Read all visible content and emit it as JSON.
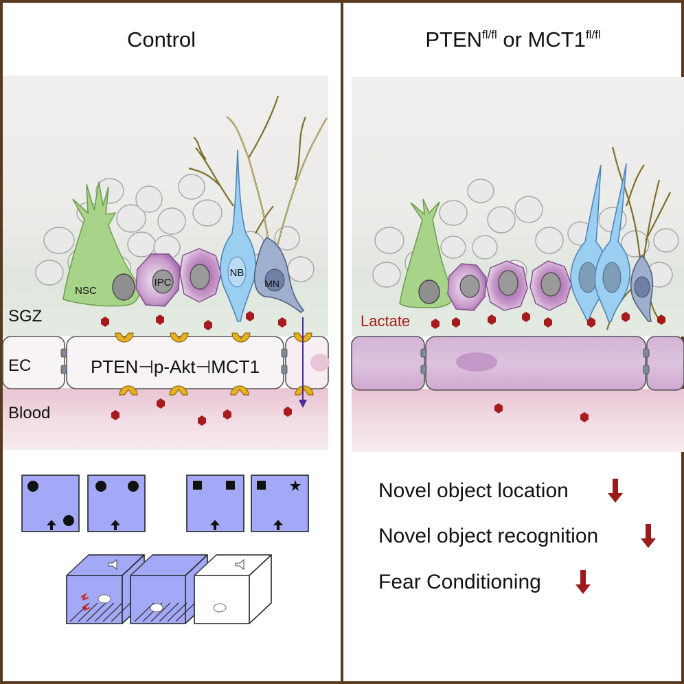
{
  "left_panel": {
    "title": "Control",
    "layers": {
      "sgz": "SGZ",
      "ec": "EC",
      "blood": "Blood"
    },
    "cells": {
      "nsc": "NSC",
      "ipc": "IPC",
      "nb": "NB",
      "mn": "MN"
    },
    "pathway": "PTEN⊣p-Akt⊣MCT1",
    "behavior_icons": [
      "object-location-arena-training",
      "object-location-arena-test",
      "object-recognition-arena-training",
      "object-recognition-arena-test",
      "fear-conditioning-shock-chamber",
      "fear-conditioning-context-chamber",
      "fear-conditioning-cue-chamber"
    ]
  },
  "right_panel": {
    "title_main": "PTEN",
    "title_sup1": "fl/fl",
    "title_mid": " or MCT1",
    "title_sup2": "fl/fl",
    "lactate_label": "Lactate",
    "outcomes": [
      "Novel object location",
      "Novel object recognition",
      "Fear Conditioning"
    ],
    "outcome_indicator": "down-arrow-icon"
  },
  "colors": {
    "frame": "#5a3a1e",
    "lactate": "#a61c1c",
    "transporter": "#e8b020",
    "arena": "#a3a9f7",
    "nsc": "#9ccc78",
    "ipc": "#b083bb",
    "nb": "#8cc4ec",
    "mn": "#8a9ab8",
    "endothelium": "#d6b8d8",
    "down_arrow": "#9b1b1b"
  }
}
